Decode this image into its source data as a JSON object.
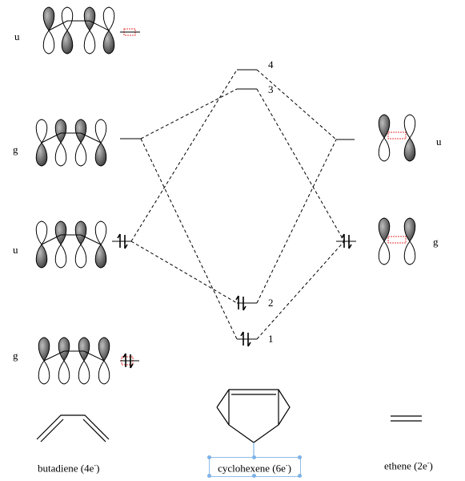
{
  "symmetry": {
    "butadiene": [
      "u",
      "g",
      "u",
      "g"
    ],
    "ethene": [
      "u",
      "g"
    ]
  },
  "levels": {
    "cyclohexene": [
      "4",
      "3",
      "2",
      "1"
    ]
  },
  "captions": {
    "butadiene": {
      "name": "butadiene",
      "count": "4e",
      "charge": "-",
      "close": ")"
    },
    "cyclohexene": {
      "name": "cyclohexene",
      "count": "6e",
      "charge": "-",
      "close": ")"
    },
    "ethene": {
      "name": "ethene",
      "count": "2e",
      "charge": "-",
      "close": ")"
    }
  },
  "colors": {
    "line": "#000000",
    "lobe_fill": "#555555",
    "node_marker": "#e53935",
    "selection": "#7eb2e6"
  }
}
